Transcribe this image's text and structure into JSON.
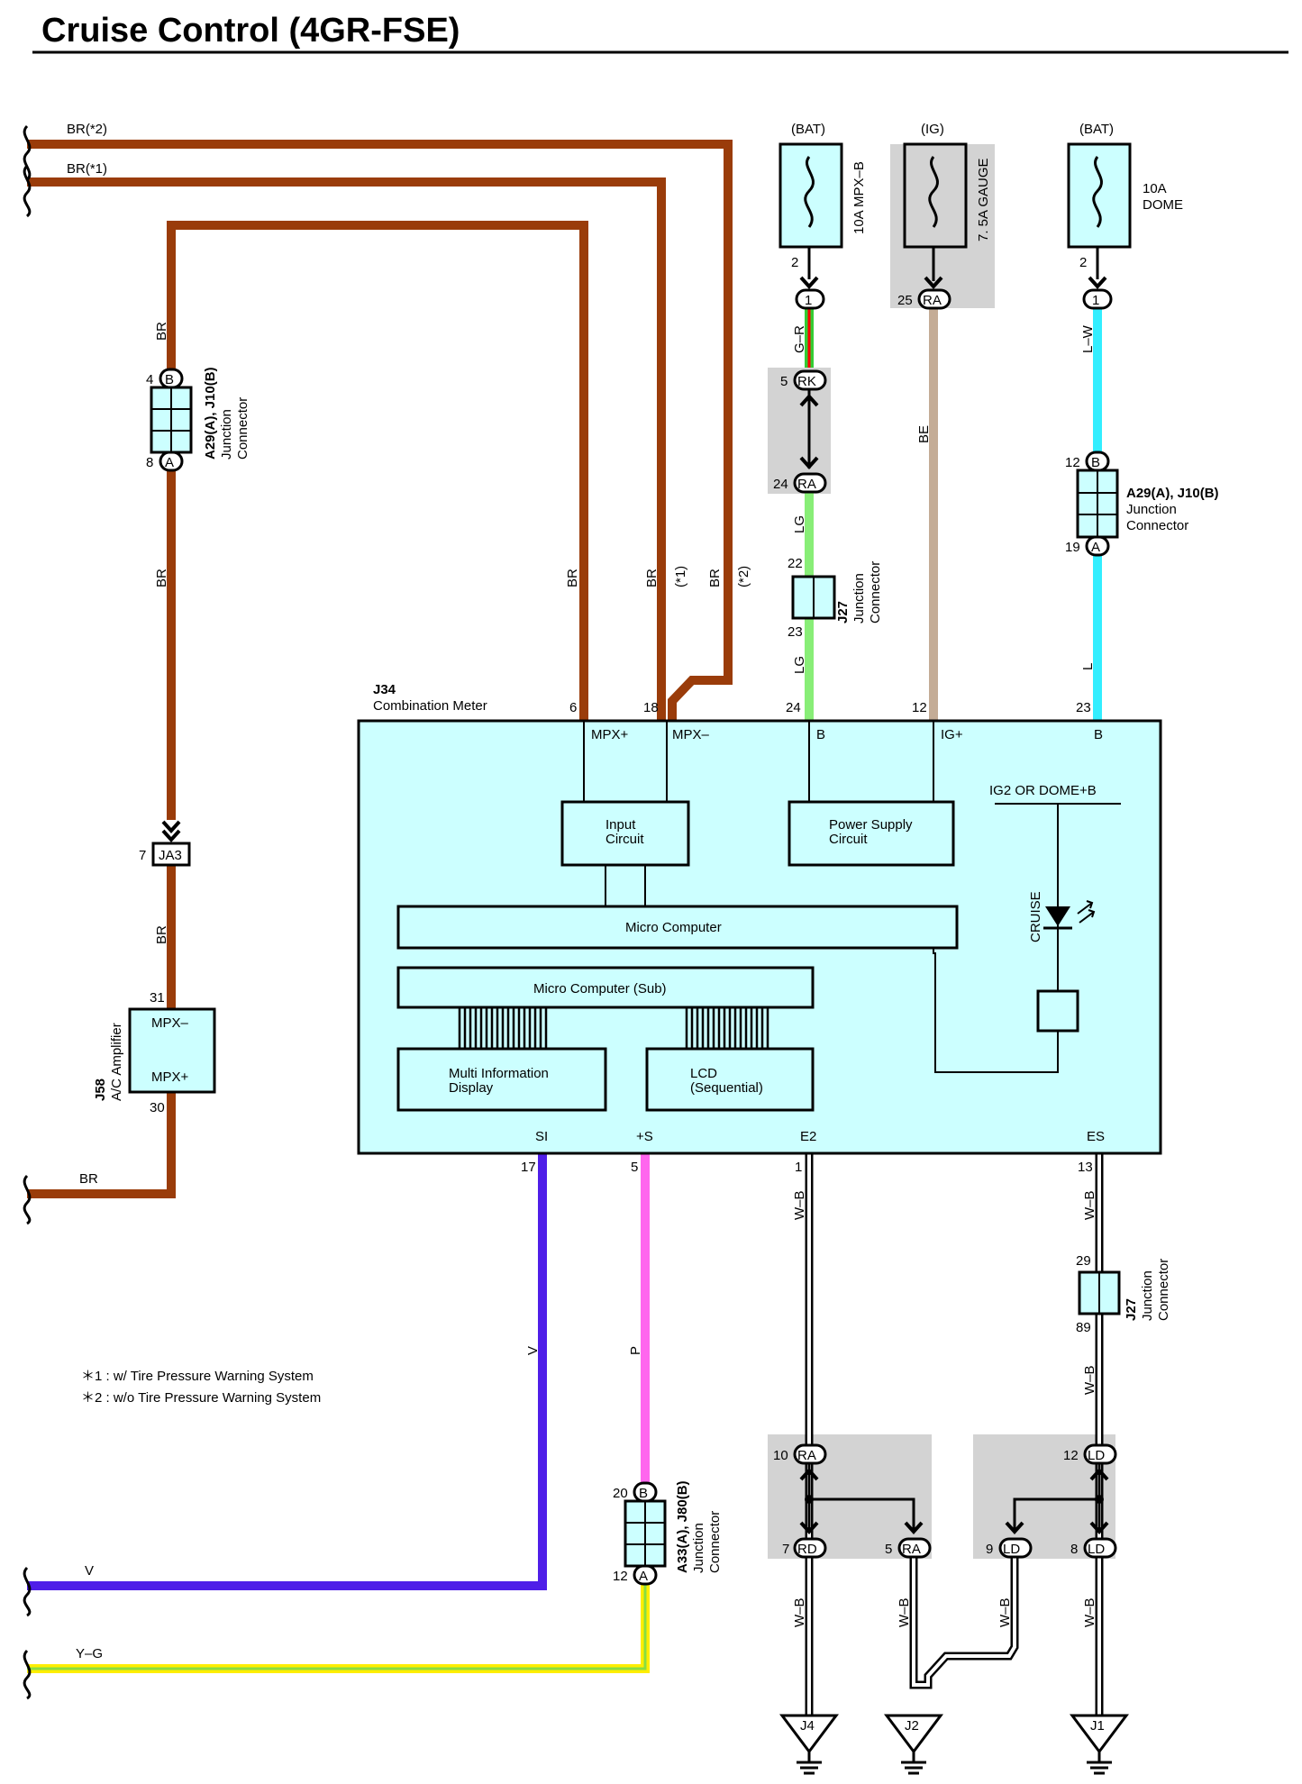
{
  "title": "Cruise Control (4GR-FSE)",
  "colors": {
    "BR": "#9a3c0a",
    "GR_green": "#33cc33",
    "GR_red": "#ff0000",
    "LG": "#88ee77",
    "BE": "#c4ac96",
    "LW": "#33eeff",
    "L": "#33eeff",
    "V": "#4f1ee8",
    "P": "#ff66ee",
    "YG_yellow": "#ffee00",
    "YG_green": "#88dd44",
    "WB": "#000000",
    "component_fill": "#ccffff",
    "junction_block_fill": "#d3d3d3"
  },
  "left_wires": {
    "br2": "BR(*2)",
    "br1": "BR(*1)",
    "br_bottom": "BR",
    "v": "V",
    "yg": "Y–G"
  },
  "wire_labels": {
    "br_a": "BR",
    "br_b": "BR",
    "br_c": "BR",
    "br_d": "BR",
    "br_e": "BR",
    "br_f": "BR",
    "br_f_note": "(*1)",
    "br_g": "BR",
    "br_g_note": "(*2)",
    "gr": "G–R",
    "lg1": "LG",
    "lg2": "LG",
    "be": "BE",
    "lw": "L–W",
    "l": "L",
    "v": "V",
    "p": "P",
    "wb1": "W–B",
    "wb2": "W–B",
    "wb3": "W–B",
    "wb4": "W–B",
    "wb5": "W–B",
    "wb6": "W–B",
    "wb7": "W–B"
  },
  "fuses": [
    {
      "source": "(BAT)",
      "name": "10A MPX–B"
    },
    {
      "source": "(IG)",
      "name": "7. 5A GAUGE"
    },
    {
      "source": "(BAT)",
      "name_line1": "10A",
      "name_line2": "DOME"
    }
  ],
  "fuse_pins": {
    "f1": "2",
    "f3": "2"
  },
  "ovals": {
    "mpx_1": "1",
    "ig_ra": "RA",
    "dome_1": "1",
    "rk": "RK",
    "ra_mid": "RA",
    "a29_a": "A",
    "a29_b": "B",
    "a29l_b": "B",
    "a29l_a": "A",
    "a33_b": "B",
    "a33_a": "A",
    "g_ra_top": "RA",
    "g_rd": "RD",
    "g_ra_bot": "RA",
    "g_ld_top": "LD",
    "g_ld_l": "LD",
    "g_ld_r": "LD"
  },
  "pins": {
    "ig_25": "25",
    "rk_5": "5",
    "ra_24": "24",
    "j27t_22": "22",
    "j27t_23": "23",
    "a29r_12": "12",
    "a29r_19": "19",
    "a29l_4": "4",
    "a29l_8": "8",
    "ja3_7": "7",
    "j58_31": "31",
    "j58_30": "30",
    "j34_6": "6",
    "j34_18": "18",
    "j34_24": "24",
    "j34_12": "12",
    "j34_23": "23",
    "j34_17": "17",
    "j34_5": "5",
    "j34_1": "1",
    "j34_13": "13",
    "j27b_29": "29",
    "j27b_89": "89",
    "a33_20": "20",
    "a33_12": "12",
    "g1_10": "10",
    "g1_7": "7",
    "g1_5": "5",
    "g2_12": "12",
    "g2_9": "9",
    "g2_8": "8"
  },
  "connectors": {
    "a29_right": {
      "code": "A29(A), J10(B)",
      "line2": "Junction",
      "line3": "Connector"
    },
    "a29_left": {
      "code": "A29(A), J10(B)",
      "line2": "Junction",
      "line3": "Connector"
    },
    "j27_top": {
      "code": "J27",
      "line2": "Junction",
      "line3": "Connector"
    },
    "j27_bottom": {
      "code": "J27",
      "line2": "Junction",
      "line3": "Connector"
    },
    "a33": {
      "code": "A33(A), J80(B)",
      "line2": "Junction",
      "line3": "Connector"
    },
    "j58": {
      "code": "J58",
      "line2": "A/C Amplifier",
      "pin_minus": "MPX–",
      "pin_plus": "MPX+"
    },
    "ja3": "JA3"
  },
  "meter": {
    "code": "J34",
    "name": "Combination Meter",
    "terms_top": {
      "mpx_plus": "MPX+",
      "mpx_minus": "MPX–",
      "b1": "B",
      "ig_plus": "IG+",
      "b2": "B"
    },
    "terms_bottom": {
      "si": "SI",
      "plus_s": "+S",
      "e2": "E2",
      "es": "ES"
    },
    "input_circuit": {
      "line1": "Input",
      "line2": "Circuit"
    },
    "power_supply": {
      "line1": "Power Supply",
      "line2": "Circuit"
    },
    "ig2_dome": "IG2 OR DOME+B",
    "cruise": "CRUISE",
    "micro_computer": "Micro Computer",
    "micro_computer_sub": "Micro Computer (Sub)",
    "multi_info": {
      "line1": "Multi Information",
      "line2": "Display"
    },
    "lcd": {
      "line1": "LCD",
      "line2": "(Sequential)"
    }
  },
  "grounds": {
    "j4": "J4",
    "j2": "J2",
    "j1": "J1"
  },
  "notes": {
    "n1": "＊1 : w/ Tire Pressure Warning System",
    "n2": "＊2 : w/o Tire Pressure Warning System"
  }
}
